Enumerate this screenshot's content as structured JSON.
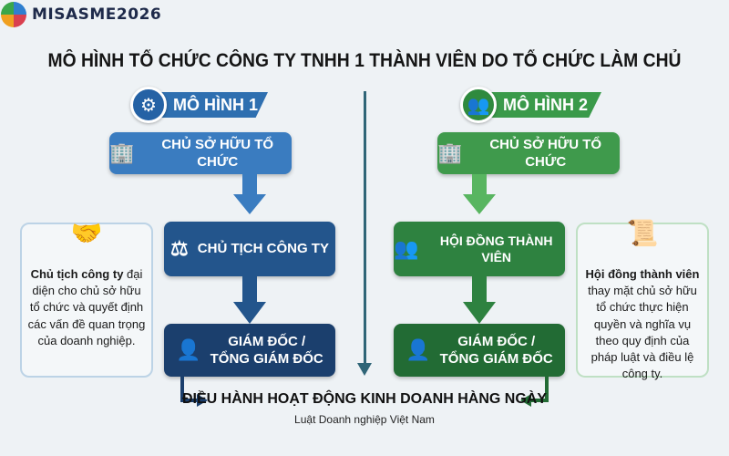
{
  "brand": {
    "name": "MISASME2026"
  },
  "title": "MÔ HÌNH TỔ CHỨC CÔNG TY TNHH 1 THÀNH VIÊN DO TỔ CHỨC LÀM CHỦ",
  "model1": {
    "label": "MÔ HÌNH 1",
    "owner": "CHỦ SỞ HỮU TỔ CHỨC",
    "chair": "CHỦ TỊCH CÔNG TY",
    "director_line1": "GIÁM ĐỐC /",
    "director_line2": "TỔNG GIÁM ĐỐC",
    "note_bold": "Chủ tịch công ty",
    "note_text": " đại diện cho chủ sở hữu tổ chức và quyết định các vấn đề quan trọng của doanh nghiệp.",
    "color": "#1f4f84"
  },
  "model2": {
    "label": "MÔ HÌNH 2",
    "owner": "CHỦ SỞ HỮU TỔ CHỨC",
    "council": "HỘI ĐỒNG THÀNH VIÊN",
    "director_line1": "GIÁM ĐỐC /",
    "director_line2": "TỔNG GIÁM ĐỐC",
    "note_bold": "Hội đồng thành viên",
    "note_text": " thay mặt chủ sở hữu tổ chức thực hiện quyền và nghĩa vụ theo quy định của pháp luật và điều lệ công ty.",
    "color": "#2a7a3c"
  },
  "footer": {
    "main": "ĐIỀU HÀNH HOẠT ĐỘNG KINH DOANH HÀNG NGÀY",
    "source": "Luật Doanh nghiệp Việt Nam"
  }
}
